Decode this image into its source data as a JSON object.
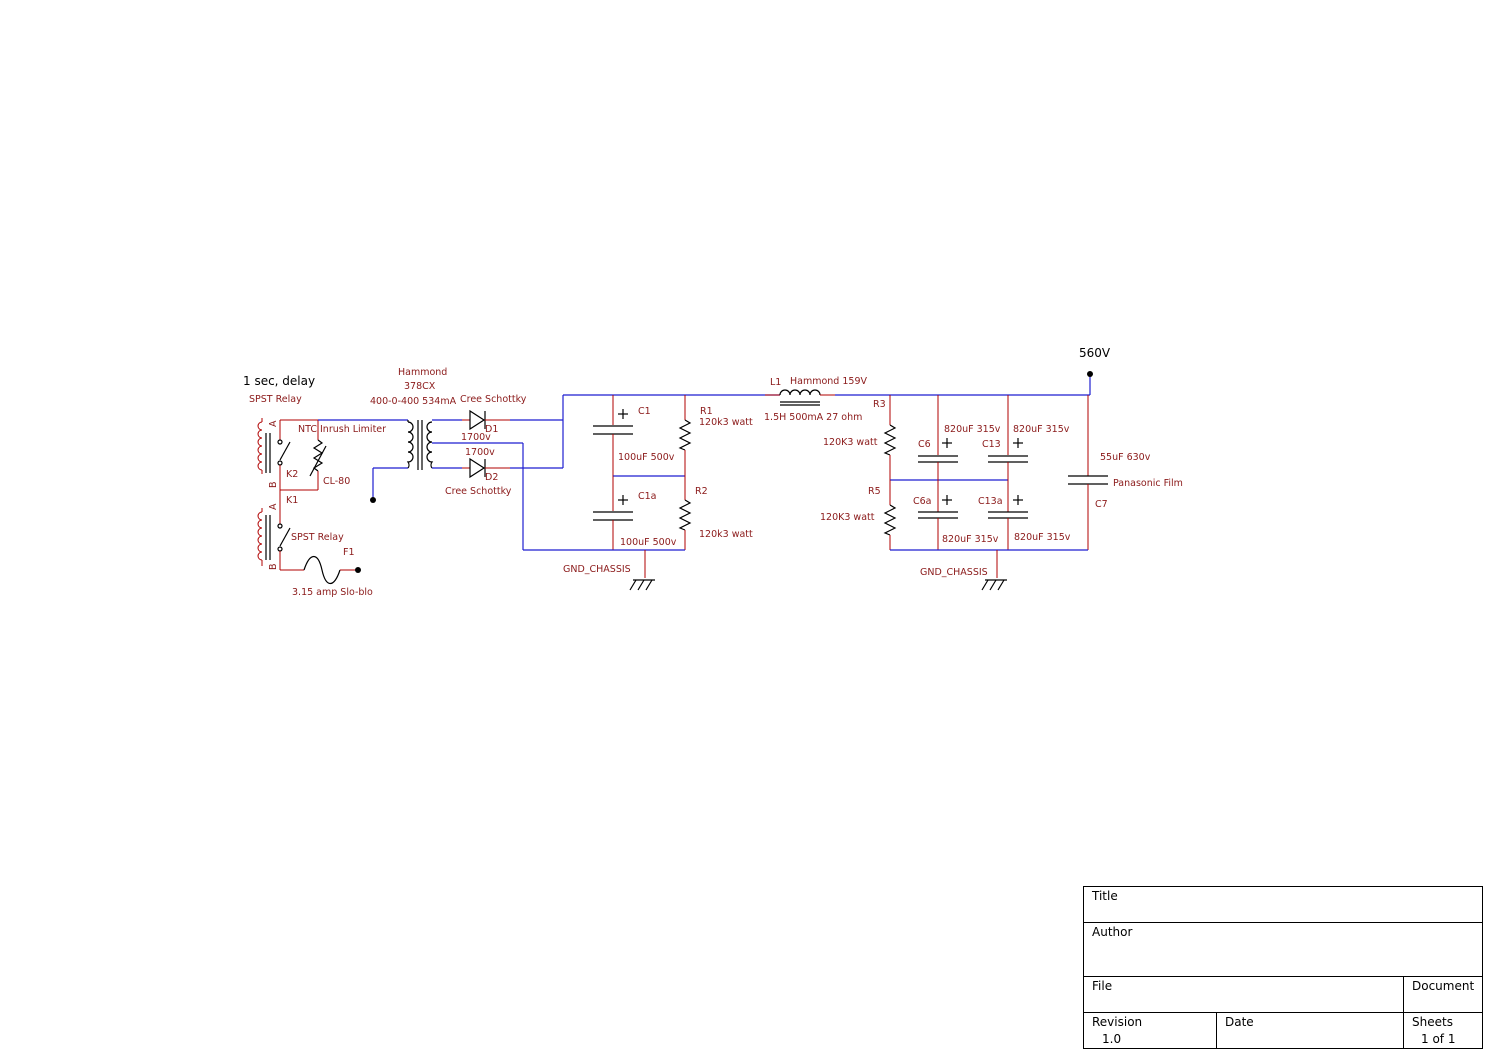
{
  "supply": {
    "output_label": "560V",
    "delay_label": "1 sec, delay",
    "relay1_type": "SPST Relay",
    "relay2_type": "SPST Relay",
    "relay_pin_a": "A",
    "relay_pin_b": "B",
    "k2": "K2",
    "k1": "K1",
    "ntc_label": "NTC Inrush Limiter",
    "ntc_part": "CL-80",
    "fuse_ref": "F1",
    "fuse_value": "3.15 amp Slo-blo",
    "transformer_brand": "Hammond",
    "transformer_model": "378CX",
    "transformer_rating": "400-0-400 534mA",
    "d1_type": "Cree Schottky",
    "d1_ref": "D1",
    "d1_voltage": "1700v",
    "d2_voltage": "1700v",
    "d2_ref": "D2",
    "d2_type": "Cree Schottky",
    "c1_ref": "C1",
    "c1_value": "100uF 500v",
    "c1a_ref": "C1a",
    "c1a_value": "100uF 500v",
    "r1_ref": "R1",
    "r1_value": "120k3 watt",
    "r2_ref": "R2",
    "r2_value": "120k3 watt",
    "gnd1": "GND_CHASSIS",
    "l1_ref": "L1",
    "l1_brand": "Hammond 159V",
    "l1_value": "1.5H 500mA 27 ohm",
    "r3_ref": "R3",
    "r3_value": "120K3 watt",
    "r5_ref": "R5",
    "r5_value": "120K3 watt",
    "c6_ref": "C6",
    "c6_value": "820uF 315v",
    "c13_ref": "C13",
    "c13_value": "820uF 315v",
    "c6a_ref": "C6a",
    "c6a_value": "820uF 315v",
    "c13a_ref": "C13a",
    "c13a_value": "820uF 315v",
    "c7_ref": "C7",
    "c7_value": "55uF 630v",
    "c7_type": "Panasonic Film",
    "gnd2": "GND_CHASSIS"
  },
  "title_block": {
    "title_label": "Title",
    "author_label": "Author",
    "file_label": "File",
    "document_label": "Document",
    "revision_label": "Revision",
    "revision_value": "1.0",
    "date_label": "Date",
    "sheets_label": "Sheets",
    "sheets_value": "1 of 1"
  }
}
